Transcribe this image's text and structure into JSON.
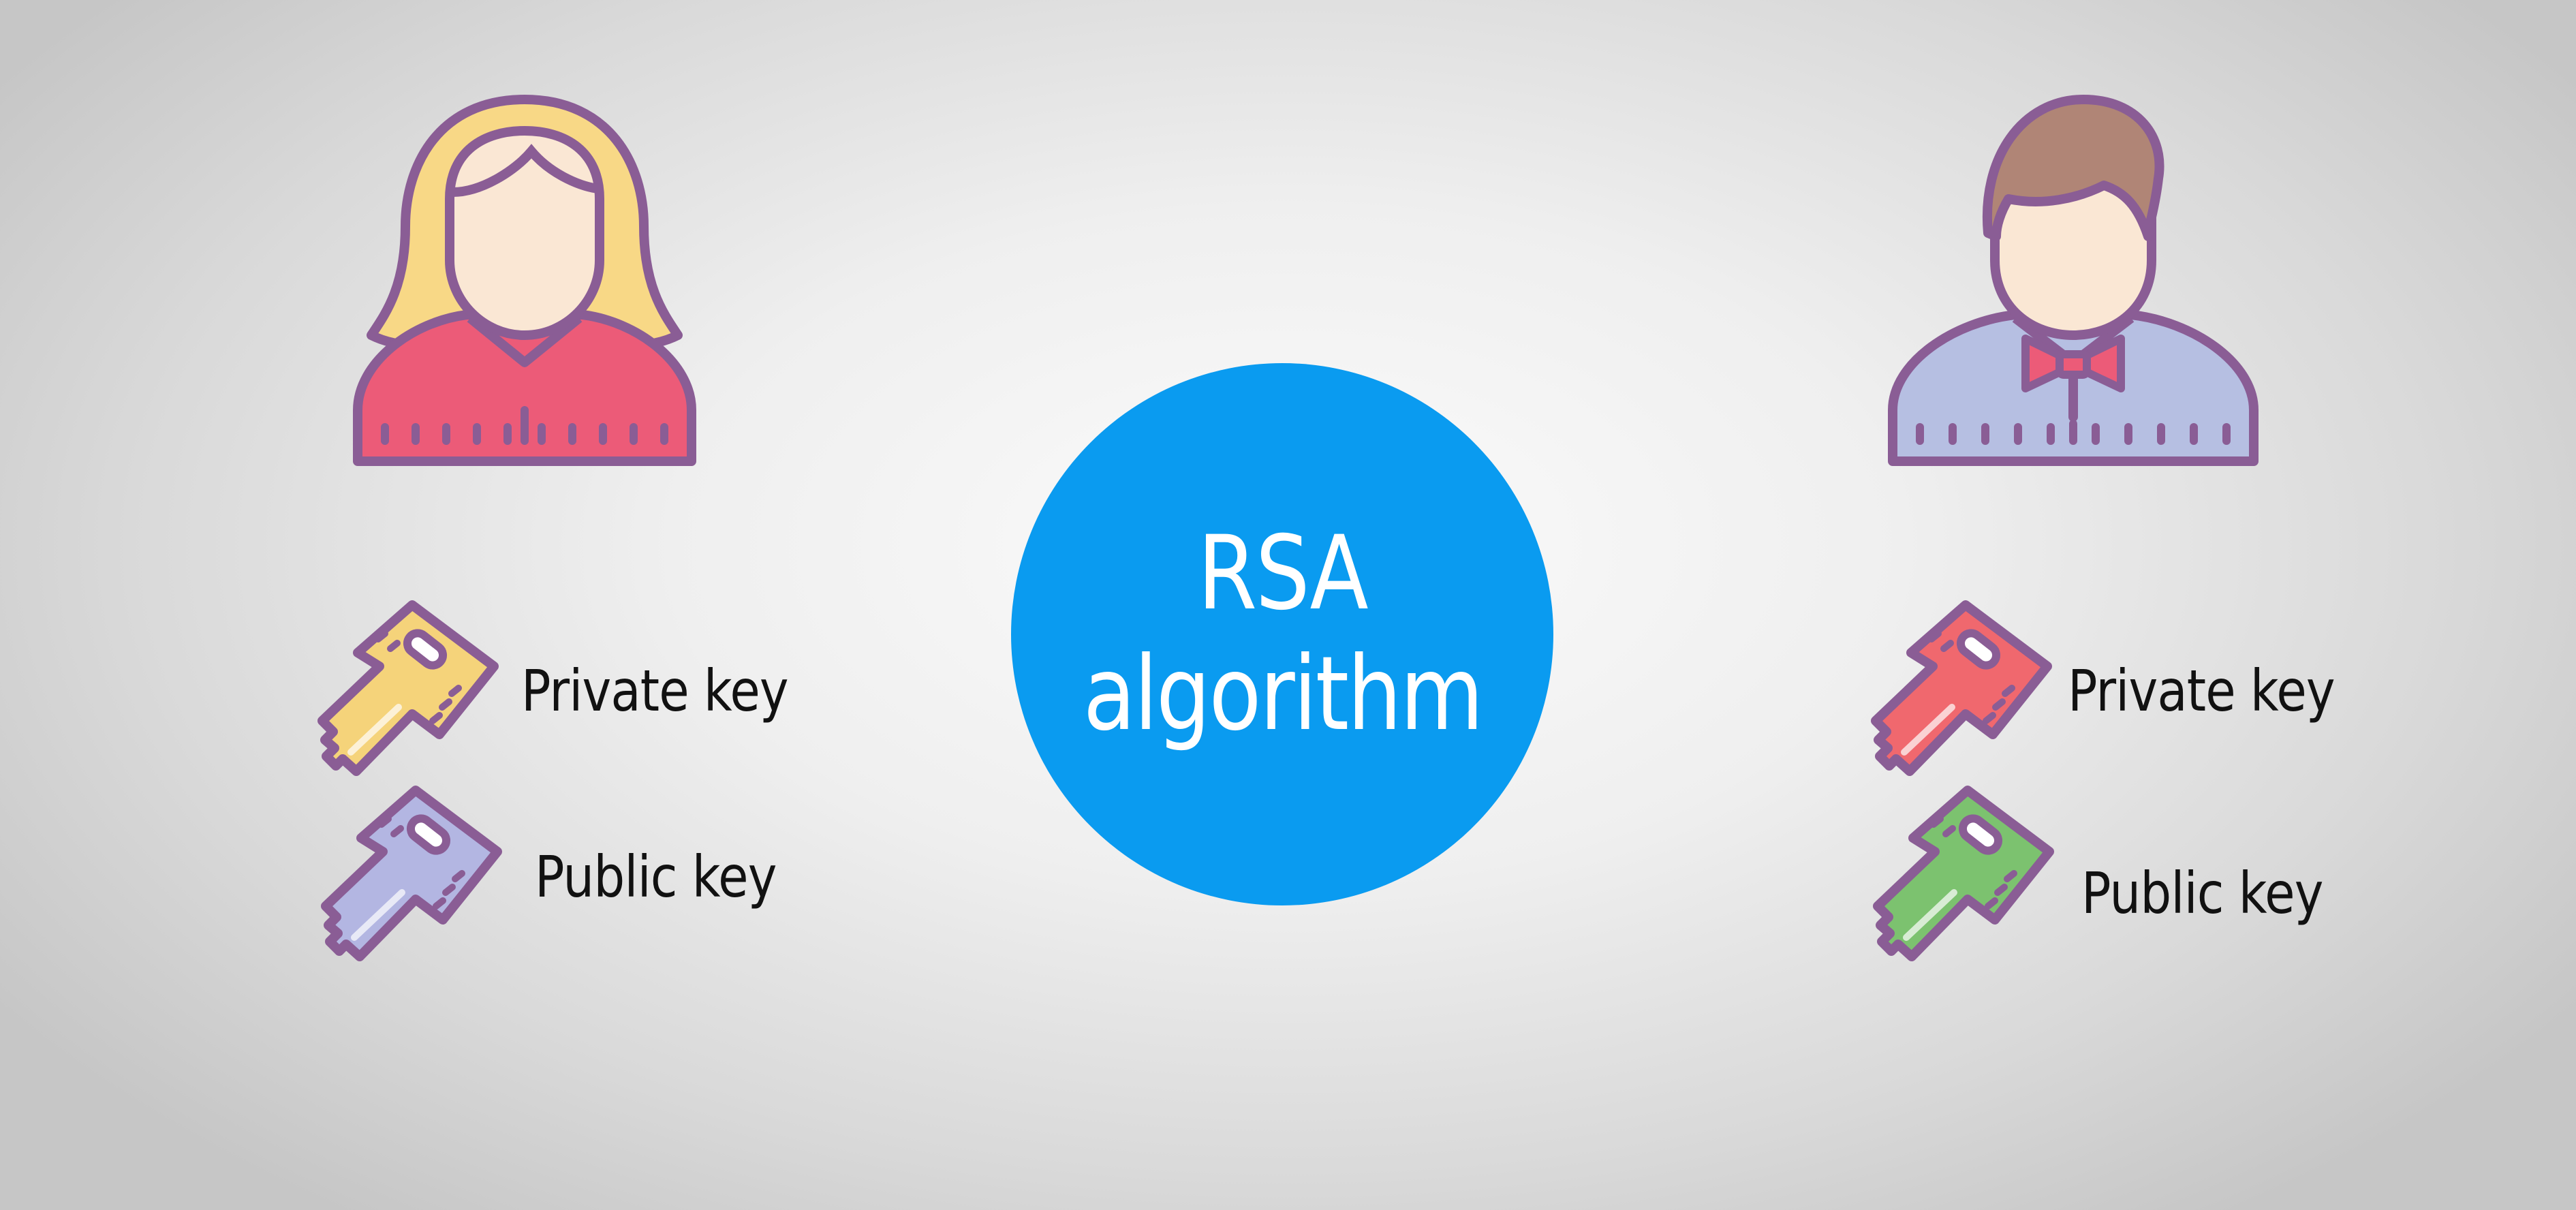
{
  "center": {
    "line1": "RSA",
    "line2": "algorithm",
    "color": "#0a9bf0"
  },
  "left_person": {
    "avatar_icon": "woman-avatar-icon",
    "keys": [
      {
        "label": "Private key",
        "icon": "key-icon",
        "color": "#f5d37a"
      },
      {
        "label": "Public key",
        "icon": "key-icon",
        "color": "#b3b6e2"
      }
    ]
  },
  "right_person": {
    "avatar_icon": "man-avatar-icon",
    "keys": [
      {
        "label": "Private key",
        "icon": "key-icon",
        "color": "#f0686e"
      },
      {
        "label": "Public key",
        "icon": "key-icon",
        "color": "#7cc26f"
      }
    ]
  },
  "palette": {
    "outline": "#8a5d95",
    "skin": "#fae7d4",
    "woman_hair": "#f8d886",
    "woman_shirt": "#ec5b78",
    "man_hair": "#b08576",
    "man_shirt": "#b6bfe2"
  }
}
